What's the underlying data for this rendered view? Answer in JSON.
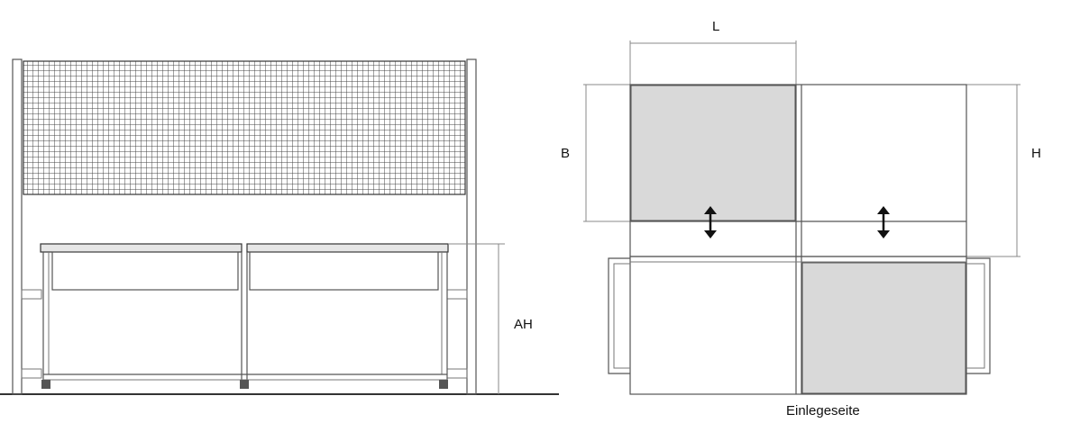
{
  "labels": {
    "ah": "AH",
    "l": "L",
    "b": "B",
    "h": "H",
    "einlegeseite": "Einlegeseite"
  },
  "colors": {
    "line": "#555555",
    "shade": "#d9d9d9",
    "mesh": "#444444",
    "text": "#111111"
  }
}
